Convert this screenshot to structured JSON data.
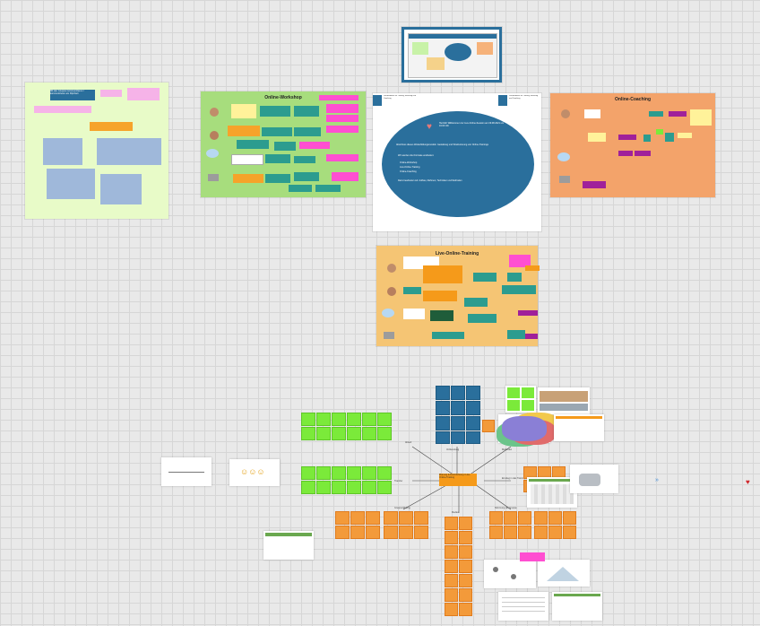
{
  "boards": {
    "left_panel": {
      "header": "Mit den Gruppen kommunizieren / kommunizieren am Flipchart"
    },
    "online_workshop": {
      "title": "Online-Workshop"
    },
    "welcome": {
      "logo_left": "Die Akademie für Training, Beratung und Coaching",
      "logo_right": "Die Akademie für Training, Beratung und Coaching",
      "heading": "Herzlich Willkommen zur Live-Online-Session am 09.08.2021 um 16:00 Uhr",
      "line1": "Abschluss dieses Weiterbildungsmoduls: Gestaltung und Strukturierung von Online-Trainings",
      "line2": "Wir werden drei Formate erarbeiten:",
      "bullets": [
        "Online-Workshop",
        "Live-Online-Training",
        "Online-Coaching"
      ],
      "line3": "Dazu bearbeiten wir: Aufbau, Rahmen, Techniken und Methoden"
    },
    "online_coaching": {
      "title": "Online-Coaching"
    },
    "live_online_training": {
      "title": "Live-Online-Training"
    },
    "mindmap": {
      "center": "Planung & Durchführung / Live-Online-Training",
      "branches": [
        "Ablauf",
        "Vorbereitung",
        "Methoden",
        "Gruppenbildung",
        "Medien",
        "Transfer",
        "Einstieg in das Training",
        "Stimmung der Gruppe"
      ]
    }
  },
  "colors": {
    "green": "#7bea3a",
    "orange": "#f39a3a",
    "blue": "#2a6f9c",
    "pink": "#ff4fd1",
    "teal": "#2c9c8f"
  },
  "icons": [
    "heart-icon",
    "arrow-icon",
    "sticky-note-icon",
    "person-icon"
  ]
}
